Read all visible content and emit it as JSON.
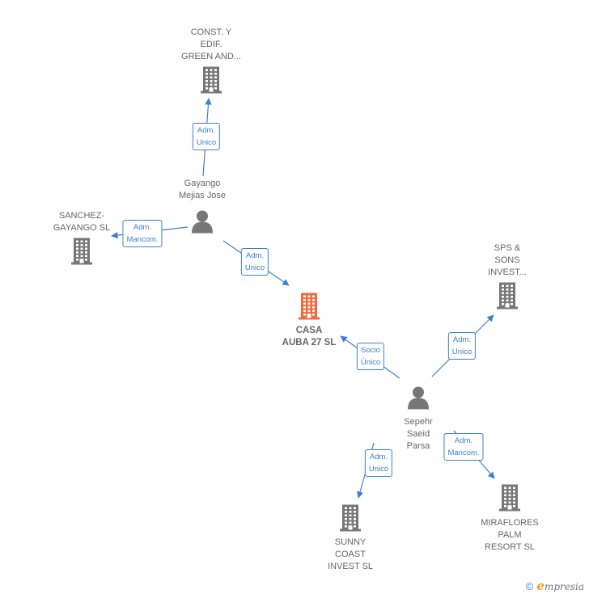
{
  "colors": {
    "edge": "#3d7fd1",
    "node": "#777777",
    "focus": "#f26a3a"
  },
  "nodes": [
    {
      "id": "const",
      "type": "company",
      "label": [
        "CONST.  Y",
        "EDIF.",
        "GREEN AND..."
      ]
    },
    {
      "id": "gayango",
      "type": "person",
      "label": [
        "Gayango",
        "Mejias Jose"
      ]
    },
    {
      "id": "sanchez",
      "type": "company",
      "label": [
        "SANCHEZ-",
        "GAYANGO SL"
      ]
    },
    {
      "id": "casa",
      "type": "company-focus",
      "label": [
        "CASA",
        "AUBA 27  SL"
      ]
    },
    {
      "id": "sps",
      "type": "company",
      "label": [
        "SPS &",
        "SONS",
        "INVEST..."
      ]
    },
    {
      "id": "sepehr",
      "type": "person",
      "label": [
        "Sepehr",
        "Saeid",
        "Parsa"
      ]
    },
    {
      "id": "sunny",
      "type": "company",
      "label": [
        "SUNNY",
        "COAST",
        "INVEST  SL"
      ]
    },
    {
      "id": "miraflores",
      "type": "company",
      "label": [
        "MIRAFLORES",
        "PALM",
        "RESORT  SL"
      ]
    }
  ],
  "edges": [
    {
      "id": "e1",
      "from": "gayango",
      "to": "const",
      "label": [
        "Adm.",
        "Unico"
      ]
    },
    {
      "id": "e2",
      "from": "gayango",
      "to": "sanchez",
      "label": [
        "Adm.",
        "Mancom."
      ]
    },
    {
      "id": "e3",
      "from": "gayango",
      "to": "casa",
      "label": [
        "Adm.",
        "Unico"
      ]
    },
    {
      "id": "e4",
      "from": "sepehr",
      "to": "casa",
      "label": [
        "Socio",
        "Único"
      ]
    },
    {
      "id": "e5",
      "from": "sepehr",
      "to": "sps",
      "label": [
        "Adm.",
        "Unico"
      ]
    },
    {
      "id": "e6",
      "from": "sepehr",
      "to": "sunny",
      "label": [
        "Adm.",
        "Unico"
      ]
    },
    {
      "id": "e7",
      "from": "sepehr",
      "to": "miraflores",
      "label": [
        "Adm.",
        "Mancom."
      ]
    }
  ],
  "footer": {
    "copyright": "©",
    "brand_initial": "e",
    "brand_rest": "mpresia"
  }
}
